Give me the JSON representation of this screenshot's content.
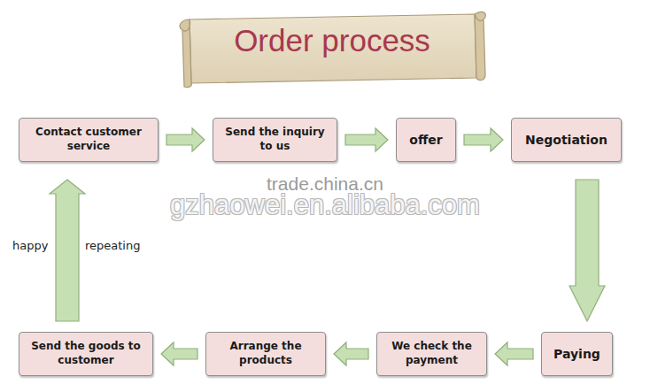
{
  "diagram": {
    "title": "Order process",
    "nodes": [
      {
        "text": [
          "Contact customer service"
        ]
      },
      {
        "text": [
          "Send the inquiry to us"
        ]
      },
      {
        "text": [
          "offer"
        ]
      },
      {
        "text": [
          "Negotiation"
        ]
      },
      {
        "text": [
          "Paying"
        ]
      },
      {
        "text": [
          "We check the payment"
        ]
      },
      {
        "text": [
          "Arrange the products"
        ]
      },
      {
        "text": [
          "Send the goods to customer"
        ]
      }
    ],
    "edges": [
      {
        "from": 0,
        "to": 1,
        "arrow": "to"
      },
      {
        "from": 1,
        "to": 2,
        "arrow": "to"
      },
      {
        "from": 2,
        "to": 3,
        "arrow": "to"
      },
      {
        "from": 3,
        "to": 4,
        "arrow": "to"
      },
      {
        "from": 4,
        "to": 5,
        "arrow": "to"
      },
      {
        "from": 5,
        "to": 6,
        "arrow": "to"
      },
      {
        "from": 6,
        "to": 7,
        "arrow": "to"
      },
      {
        "from": 7,
        "to": 0,
        "arrow": "to"
      }
    ],
    "labels": [
      "happy",
      "repeating",
      "trade.china.cn",
      "gzhaowei.en.alibaba.com"
    ]
  }
}
